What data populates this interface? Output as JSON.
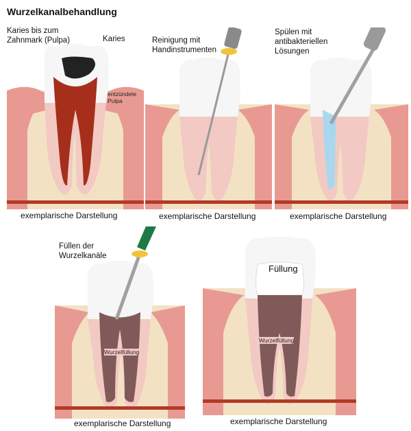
{
  "title": "Wurzelkanalbehandlung",
  "caption": "exemplarische Darstellung",
  "panels": {
    "p1": {
      "label_line1": "Karies bis zum",
      "label_line2": "Zahnmark (Pulpa)",
      "caries_label": "Karies",
      "pulpa_line1": "entzündete",
      "pulpa_line2": "Pulpa"
    },
    "p2": {
      "label_line1": "Reinigung mit",
      "label_line2": "Handinstrumenten"
    },
    "p3": {
      "label_line1": "Spülen mit",
      "label_line2": "antibakteriellen",
      "label_line3": "Lösungen"
    },
    "p4": {
      "label_line1": "Füllen der",
      "label_line2": "Wurzelkanäle",
      "root_label": "Wurzelfüllung"
    },
    "p5": {
      "crown_label": "Füllung",
      "root_label": "Wurzelfüllung"
    }
  },
  "colors": {
    "gum": "#e89a92",
    "bone": "#f3e1c4",
    "enamel": "#f6f6f6",
    "dentin": "#f2c9c3",
    "pulp_inflamed": "#a52f1b",
    "rinse": "#a9d7ef",
    "root_filling": "#7f5a58",
    "instrument_gold": "#f2c33a",
    "instrument_green": "#1e7a45"
  }
}
